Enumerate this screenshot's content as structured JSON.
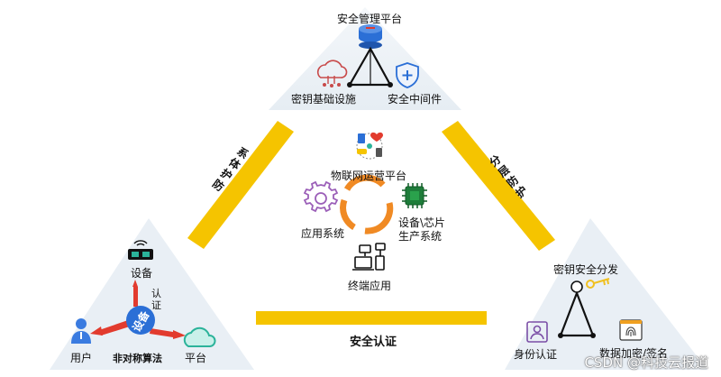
{
  "colors": {
    "bar": "#f5c400",
    "triangle_fill": "#eaf0f5",
    "blue": "#2b6fd6",
    "red": "#e23b2e",
    "teal": "#2bb39a",
    "purple": "#7b4fa6",
    "orange": "#f08a24"
  },
  "top": {
    "title": "安全管理平台",
    "left": "密钥基础设施",
    "right": "安全中间件"
  },
  "center": {
    "iot": "物联网运营平台",
    "app": "应用系统",
    "chip_line1": "设备\\芯片",
    "chip_line2": "生产系统",
    "terminal": "终端应用"
  },
  "left_corner": {
    "device": "设备",
    "user": "用户",
    "platform": "平台",
    "hub": "设备",
    "auth_1": "认",
    "auth_2": "证",
    "algo": "非对称算法"
  },
  "right_corner": {
    "title": "密钥安全分发",
    "identity": "身份认证",
    "encryption": "数据加密/签名"
  },
  "bars": {
    "left": [
      "防",
      "护",
      "体",
      "系"
    ],
    "right": [
      "分",
      "层",
      "防",
      "护"
    ],
    "bottom": "安全认证"
  },
  "watermark": "CSDN @科技云报道"
}
